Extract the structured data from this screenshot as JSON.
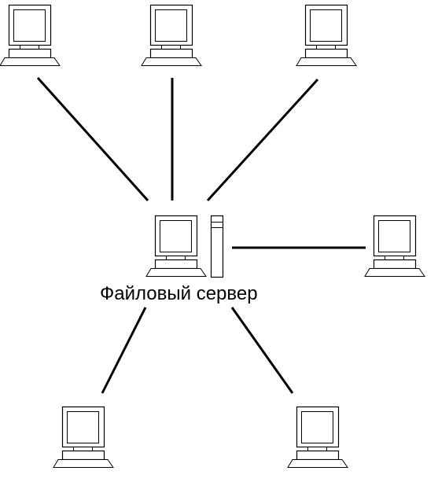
{
  "diagram": {
    "server_label": "Файловый сервер",
    "topology": "star",
    "nodes": [
      {
        "id": "ws-top-left",
        "type": "workstation-icon"
      },
      {
        "id": "ws-top-center",
        "type": "workstation-icon"
      },
      {
        "id": "ws-top-right",
        "type": "workstation-icon"
      },
      {
        "id": "server",
        "type": "file-server-icon"
      },
      {
        "id": "ws-right",
        "type": "workstation-icon"
      },
      {
        "id": "ws-bottom-left",
        "type": "workstation-icon"
      },
      {
        "id": "ws-bottom-right",
        "type": "workstation-icon"
      }
    ],
    "links": [
      {
        "from": "server",
        "to": "ws-top-left"
      },
      {
        "from": "server",
        "to": "ws-top-center"
      },
      {
        "from": "server",
        "to": "ws-top-right"
      },
      {
        "from": "server",
        "to": "ws-right"
      },
      {
        "from": "server",
        "to": "ws-bottom-left"
      },
      {
        "from": "server",
        "to": "ws-bottom-right"
      }
    ],
    "colors": {
      "line": "#000000",
      "background": "#ffffff"
    }
  }
}
